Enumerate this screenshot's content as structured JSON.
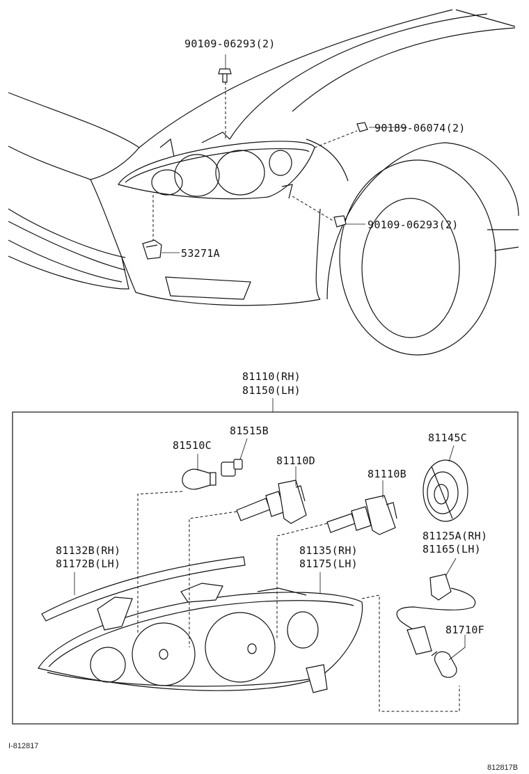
{
  "labels": {
    "bolt_top": "90109-06293(2)",
    "screw_right": "90189-06074(2)",
    "bolt_lower": "90109-06293(2)",
    "bracket": "53271A",
    "assy_rh": "81110(RH)",
    "assy_lh": "81150(LH)",
    "bulb_81515b": "81515B",
    "bulb_81510c": "81510C",
    "bulb_81110d": "81110D",
    "bulb_81110b": "81110B",
    "cap_81145c": "81145C",
    "gasket_rh": "81132B(RH)",
    "gasket_lh": "81172B(LH)",
    "lens_rh": "81135(RH)",
    "lens_lh": "81175(LH)",
    "socket_rh": "81125A(RH)",
    "socket_lh": "81165(LH)",
    "bulb_81710f": "81710F"
  },
  "footer": {
    "left_code": "I-812817",
    "right_code": "812817B"
  }
}
